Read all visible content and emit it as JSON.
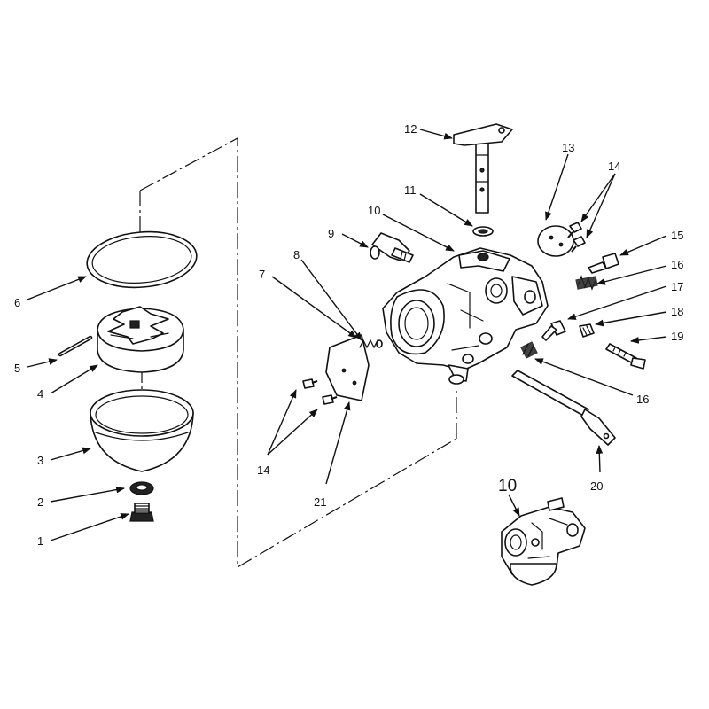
{
  "diagram": {
    "callouts": {
      "c1": "1",
      "c2": "2",
      "c3": "3",
      "c4": "4",
      "c5": "5",
      "c6": "6",
      "c7": "7",
      "c8": "8",
      "c9": "9",
      "c10": "10",
      "c11": "11",
      "c12": "12",
      "c13": "13",
      "c14a": "14",
      "c14b": "14",
      "c15": "15",
      "c16a": "16",
      "c16b": "16",
      "c17": "17",
      "c18": "18",
      "c19": "19",
      "c20": "20",
      "c21": "21",
      "c10inset": "10"
    },
    "colors": {
      "ink": "#111111",
      "paper": "#ffffff"
    }
  }
}
